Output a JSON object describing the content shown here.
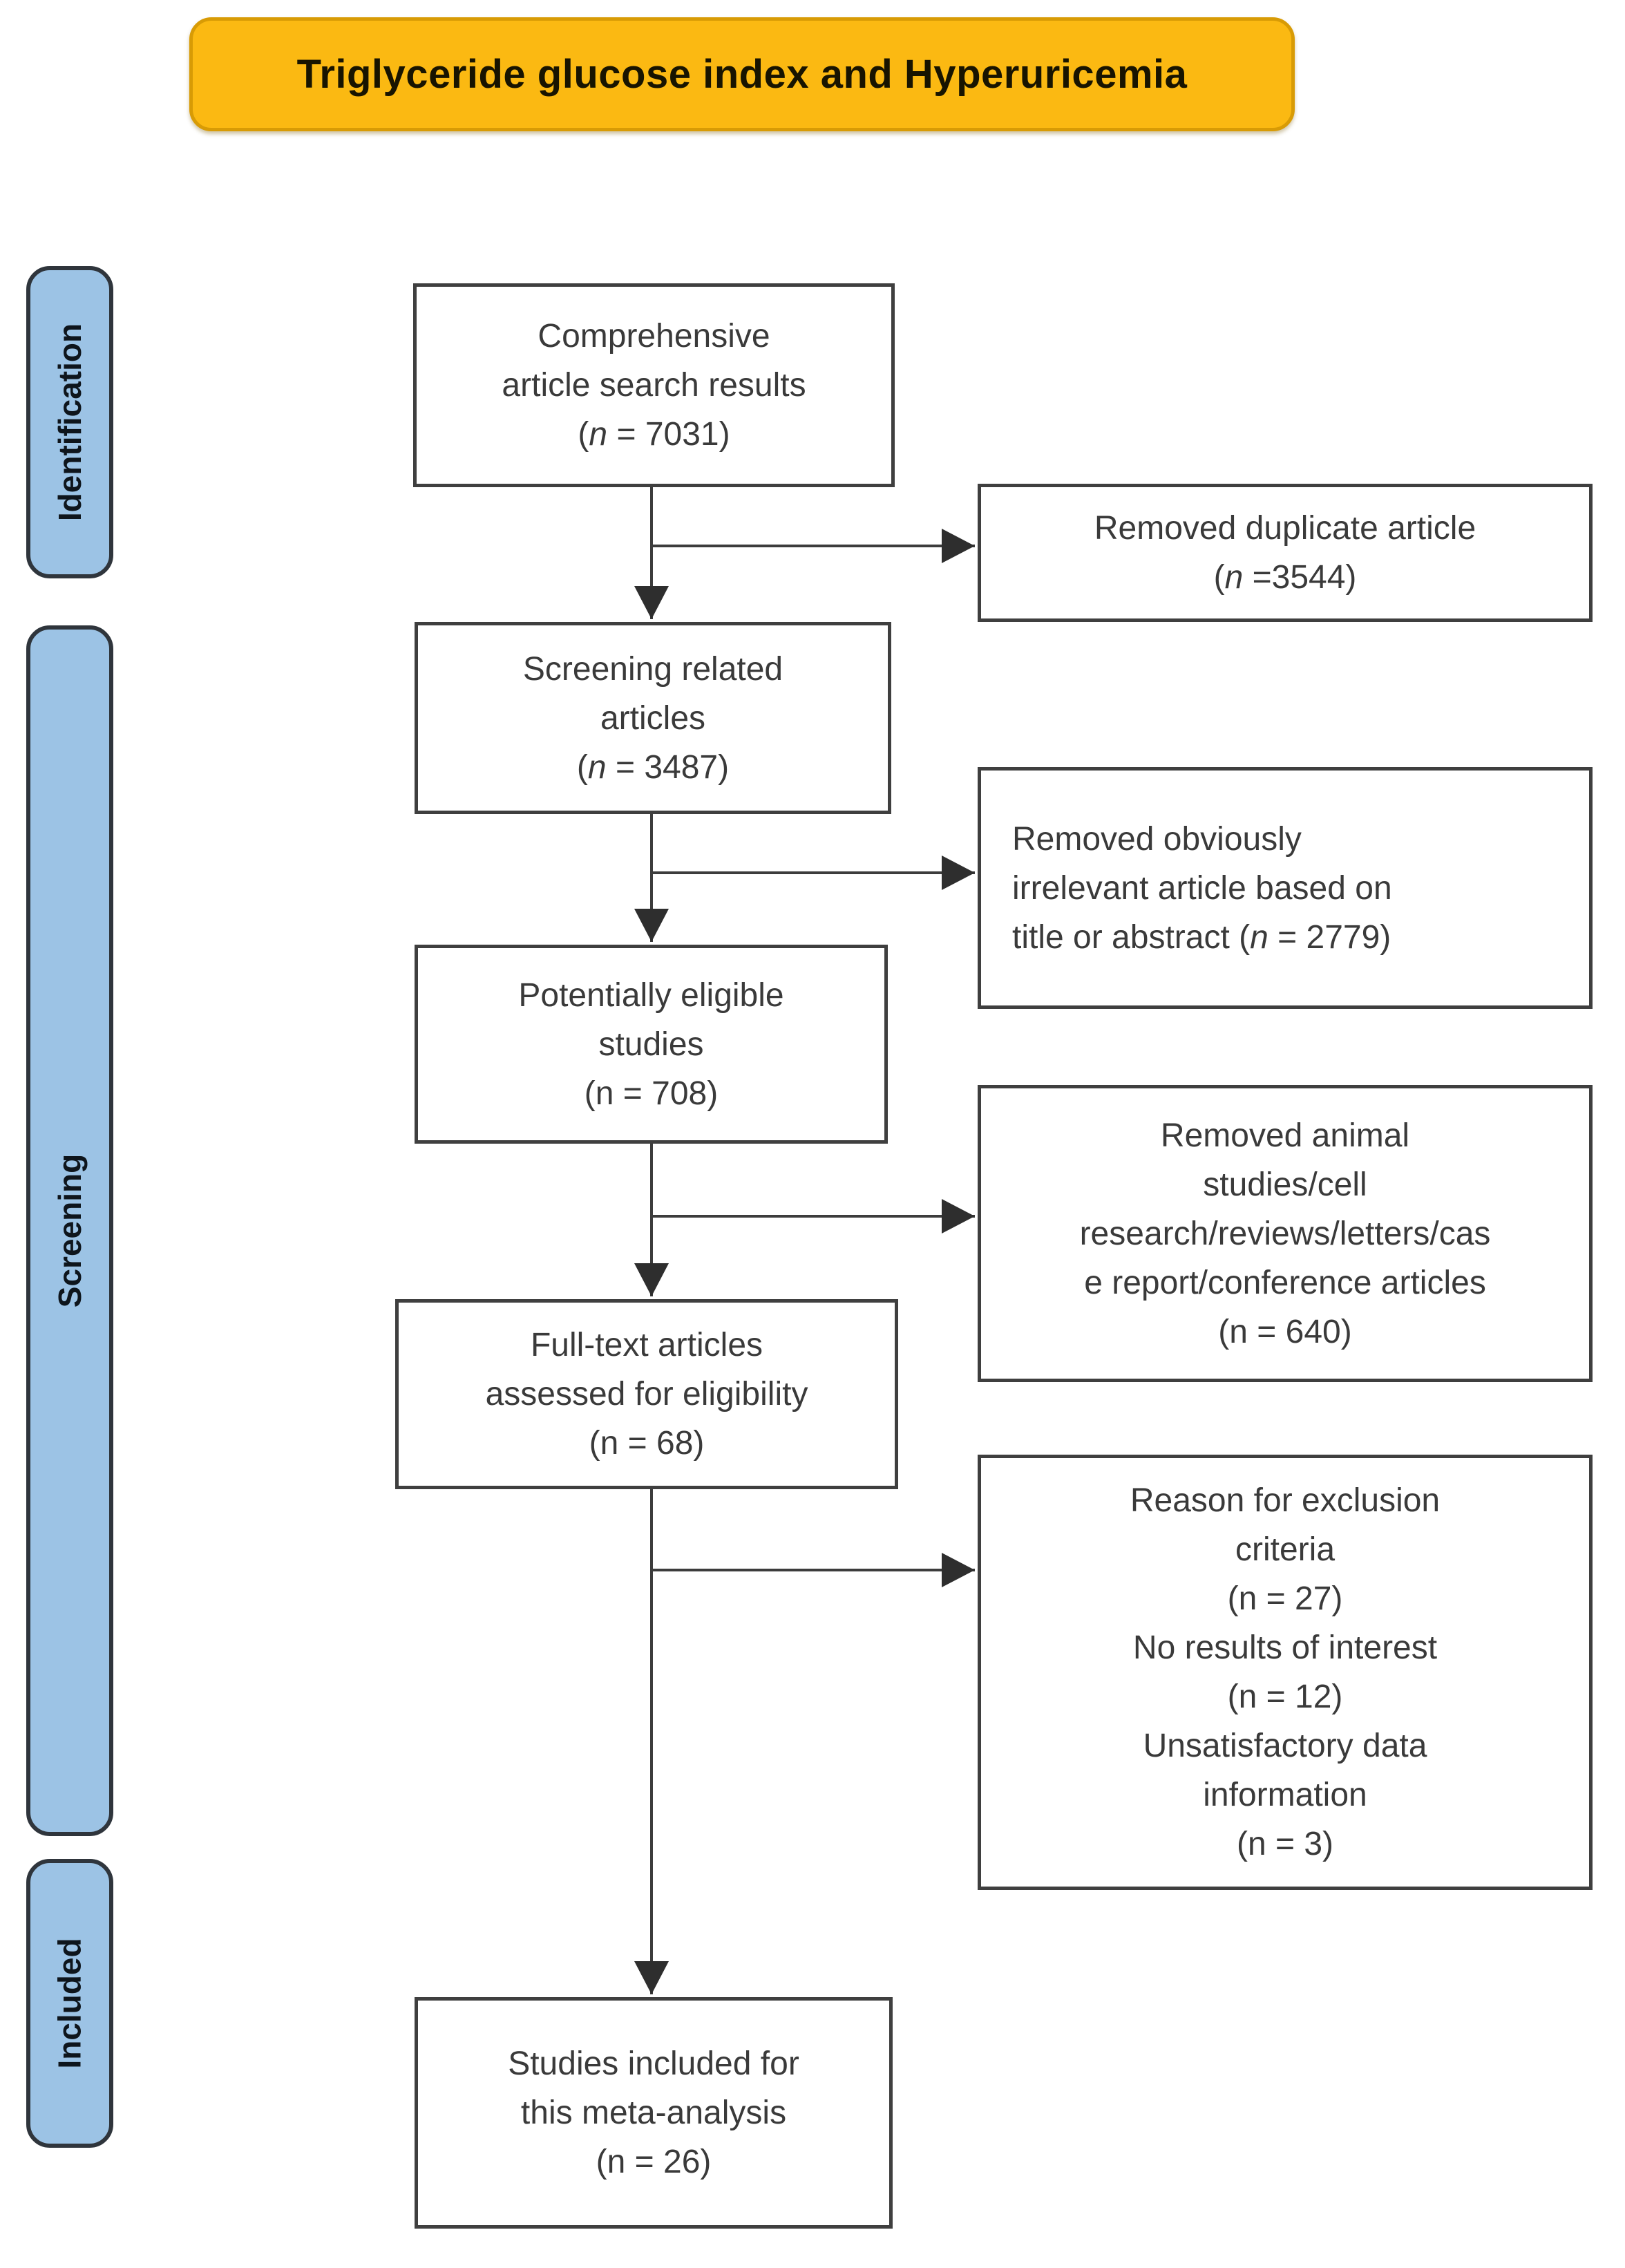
{
  "figure_title": {
    "text": "Triglyceride glucose index and Hyperuricemia"
  },
  "stage_labels": {
    "identification": "Identification",
    "screening": "Screening",
    "included": "Included"
  },
  "flow": {
    "main": [
      {
        "name": "comprehensive-search",
        "count": 7031,
        "italic_n": true,
        "lines": [
          "Comprehensive",
          "article search results",
          "(n = 7031)"
        ]
      },
      {
        "name": "screening-related",
        "count": 3487,
        "italic_n": true,
        "lines": [
          "Screening related",
          "articles",
          "(n = 3487)"
        ]
      },
      {
        "name": "potentially-eligible",
        "count": 708,
        "italic_n": false,
        "lines": [
          "Potentially eligible",
          "studies",
          "(n = 708)"
        ]
      },
      {
        "name": "fulltext-assessed",
        "count": 68,
        "italic_n": false,
        "lines": [
          "Full-text articles",
          "assessed for eligibility",
          "(n = 68)"
        ]
      },
      {
        "name": "studies-included",
        "count": 26,
        "italic_n": false,
        "lines": [
          "Studies included for",
          "this meta-analysis",
          "(n = 26)"
        ]
      }
    ],
    "side": [
      {
        "name": "removed-duplicates",
        "count": 3544,
        "italic_n": true,
        "lines": [
          "Removed duplicate article",
          "(n =3544)"
        ]
      },
      {
        "name": "removed-irrelevant",
        "count": 2779,
        "italic_n": true,
        "lines": [
          "Removed obviously",
          "irrelevant article based on",
          "title or abstract (n = 2779)"
        ]
      },
      {
        "name": "removed-article-types",
        "count": 640,
        "italic_n": false,
        "lines": [
          "Removed animal",
          "studies/cell",
          "research/reviews/letters/cas",
          "e report/conference articles",
          "(n = 640)"
        ]
      },
      {
        "name": "exclusion-reasons",
        "counts": [
          27,
          12,
          3
        ],
        "italic_n": false,
        "lines": [
          "Reason for exclusion",
          "criteria",
          "(n = 27)",
          "No results of interest",
          "(n = 12)",
          "Unsatisfactory data",
          "information",
          "(n = 3)"
        ]
      }
    ]
  },
  "colors": {
    "title_bg": "#FBB912",
    "title_border": "#D89B05",
    "stage_bg": "#9CC3E5",
    "stage_border": "#2F353C",
    "box_border": "#3F3F3F",
    "box_text": "#3A3A3A",
    "arrow": "#3C3C3C"
  }
}
